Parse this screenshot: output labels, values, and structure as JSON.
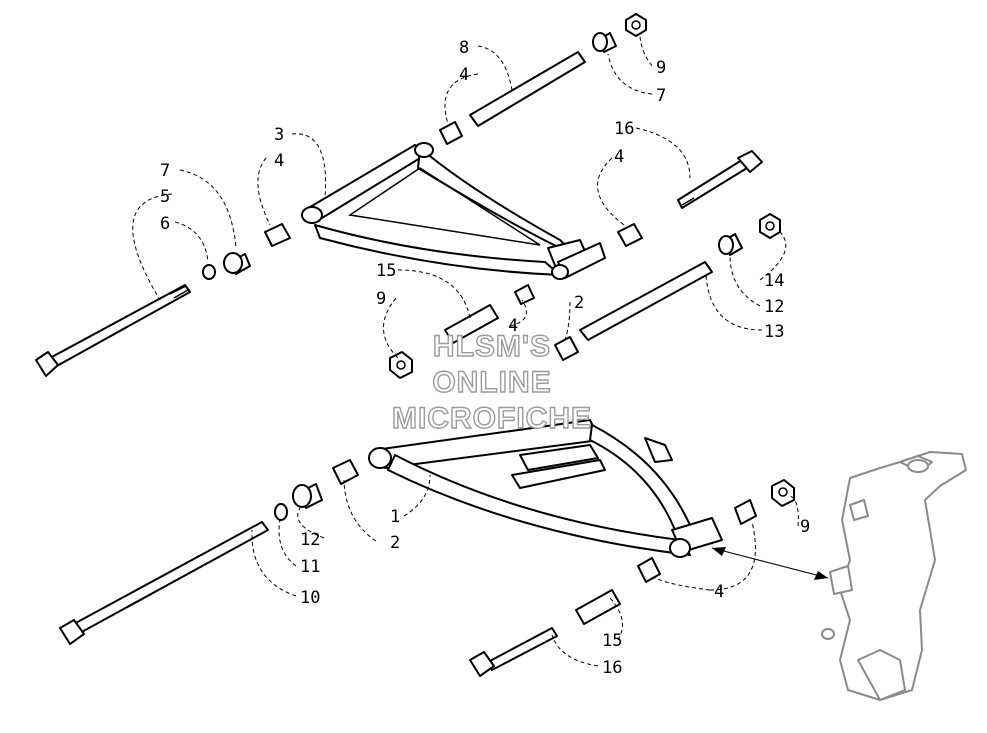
{
  "watermark": {
    "line1": "HLSM'S",
    "line2": "ONLINE",
    "line3": "MICROFICHE"
  },
  "callouts": [
    {
      "id": "c8",
      "label": "8"
    },
    {
      "id": "c4a",
      "label": "4"
    },
    {
      "id": "c9a",
      "label": "9"
    },
    {
      "id": "c7a",
      "label": "7"
    },
    {
      "id": "c3",
      "label": "3"
    },
    {
      "id": "c4b",
      "label": "4"
    },
    {
      "id": "c16a",
      "label": "16"
    },
    {
      "id": "c4c",
      "label": "4"
    },
    {
      "id": "c7b",
      "label": "7"
    },
    {
      "id": "c5",
      "label": "5"
    },
    {
      "id": "c6",
      "label": "6"
    },
    {
      "id": "c15a",
      "label": "15"
    },
    {
      "id": "c9b",
      "label": "9"
    },
    {
      "id": "c4d",
      "label": "4"
    },
    {
      "id": "c2a",
      "label": "2"
    },
    {
      "id": "c14",
      "label": "14"
    },
    {
      "id": "c12a",
      "label": "12"
    },
    {
      "id": "c13",
      "label": "13"
    },
    {
      "id": "c1",
      "label": "1"
    },
    {
      "id": "c12b",
      "label": "12"
    },
    {
      "id": "c2b",
      "label": "2"
    },
    {
      "id": "c11",
      "label": "11"
    },
    {
      "id": "c10",
      "label": "10"
    },
    {
      "id": "c9c",
      "label": "9"
    },
    {
      "id": "c4e",
      "label": "4"
    },
    {
      "id": "c15b",
      "label": "15"
    },
    {
      "id": "c16b",
      "label": "16"
    }
  ]
}
